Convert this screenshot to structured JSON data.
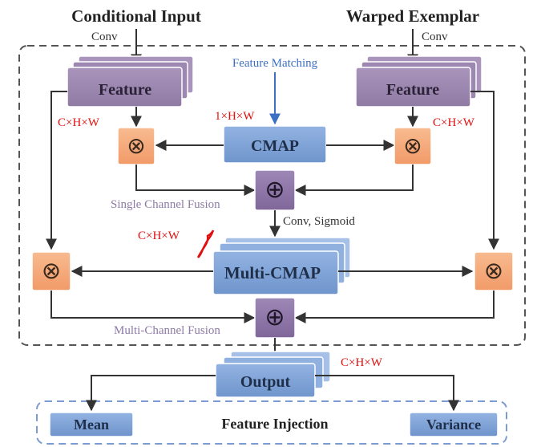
{
  "titles": {
    "left": "Conditional Input",
    "right": "Warped Exemplar"
  },
  "labels": {
    "conv_left": "Conv",
    "conv_right": "Conv",
    "feature_matching": "Feature Matching",
    "dim_1hw": "1×H×W",
    "dim_chw_left": "C×H×W",
    "dim_chw_right": "C×H×W",
    "dim_chw_multi": "C×H×W",
    "dim_chw_output": "C×H×W",
    "single_channel_fusion": "Single Channel Fusion",
    "conv_sigmoid": "Conv, Sigmoid",
    "multi_channel_fusion": "Multi-Channel Fusion",
    "feature_injection": "Feature Injection"
  },
  "nodes": {
    "feature_left": "Feature",
    "feature_right": "Feature",
    "cmap": "CMAP",
    "multi_cmap": "Multi-CMAP",
    "output": "Output",
    "mean": "Mean",
    "variance": "Variance"
  },
  "operators": {
    "multiply": "⊗",
    "add": "⊕"
  },
  "colors": {
    "feature_fill": "#9b86ae",
    "cmap_fill": "#7ea2d6",
    "multiply_fill": "#f5a97a",
    "add_fill": "#8e76a8",
    "dim_text": "#e01010",
    "fusion_text": "#8e7aa6",
    "feature_matching_text": "#3d6fc2",
    "dashed_box": "#555555",
    "injection_box": "#7c9bd0"
  }
}
